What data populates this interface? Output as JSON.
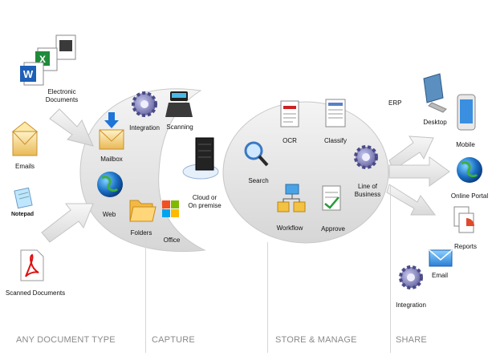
{
  "sources": {
    "electronic_documents": "Electronic\nDocuments",
    "emails": "Emails",
    "notepad": "Notepad",
    "scanned_documents": "Scanned Documents"
  },
  "capture": {
    "mailbox": "Mailbox",
    "integration": "Integration",
    "scanning": "Scanning",
    "web": "Web",
    "folders": "Folders",
    "office": "Office",
    "cloud": "Cloud or\nOn premise"
  },
  "store_manage": {
    "ocr": "OCR",
    "classify": "Classify",
    "search": "Search",
    "line_of_business": "Line of\nBusiness",
    "workflow": "Workflow",
    "approve": "Approve"
  },
  "share": {
    "erp": "ERP",
    "desktop": "Desktop",
    "mobile": "Mobile",
    "online_portal": "Online Portal",
    "reports": "Reports",
    "email": "Email",
    "integration": "Integration"
  },
  "sections": {
    "any_document_type": "ANY DOCUMENT TYPE",
    "capture": "CAPTURE",
    "store_manage": "STORE & MANAGE",
    "share": "SHARE"
  },
  "colors": {
    "ellipse_fill": "#e4e4e4",
    "arrow_fill": "#e9e9e9",
    "section_text": "#8a8a8a"
  }
}
